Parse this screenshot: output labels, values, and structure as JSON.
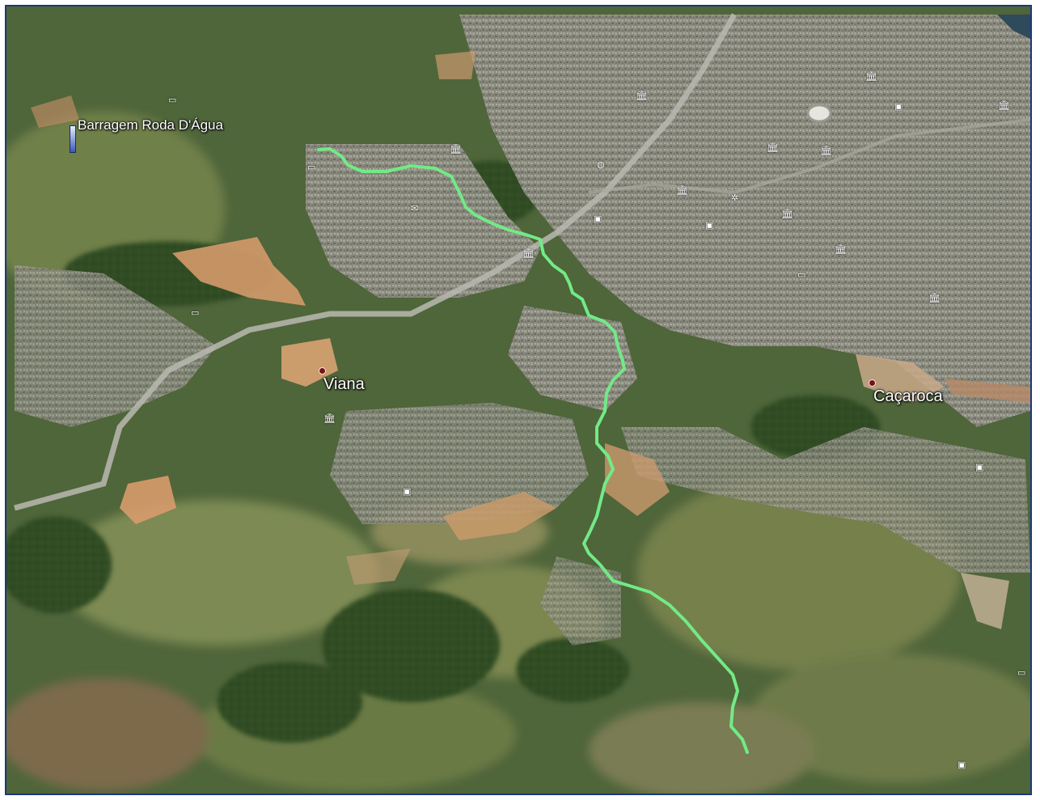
{
  "map": {
    "places": {
      "dam": "Barragem Roda D'Água",
      "viana": "Viana",
      "cacaroca": "Caçaroca"
    },
    "colors": {
      "route": "#72ea86",
      "place_dot": "#7a1212",
      "frame_border": "#1a3a7a",
      "urban": "#8e8e84",
      "vegetation": "#3d5a2c",
      "pasture": "#7a8a55",
      "bare_soil": "#d49a6a"
    },
    "icons": {
      "museum": "museum-icon",
      "lodging": "lodging-icon",
      "dam_marker": "dam-marker-icon",
      "transit": "transit-icon"
    }
  }
}
